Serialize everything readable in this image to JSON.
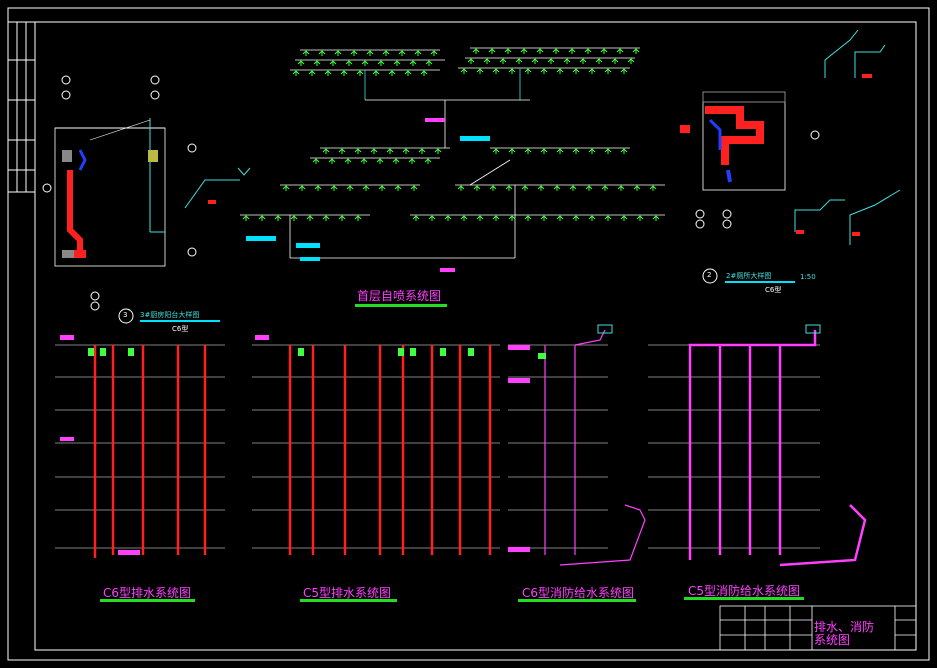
{
  "titles": {
    "sprinkler": "首层自喷系统图",
    "c6_drain": "C6型排水系统图",
    "c5_drain": "C5型排水系统图",
    "c6_fire": "C6型消防给水系统图",
    "c5_fire": "C5型消防给水系统图"
  },
  "details": {
    "detail3_num": "3",
    "detail3_name": "3#厨房阳台大样图",
    "detail3_type": "C6型",
    "detail2_num": "2",
    "detail2_name": "2#厕所大样图",
    "detail2_scale": "1:50",
    "detail2_type": "C6型"
  },
  "title_block": {
    "drawing_name_line1": "排水、消防",
    "drawing_name_line2": "系统图"
  },
  "colors": {
    "background": "#000000",
    "frame": "#ffffff",
    "drain_pipe": "#ff2020",
    "fire_pipe": "#ff40ff",
    "sprinkler": "#40ff40",
    "tag_cyan": "#00e0ff",
    "tag_blue": "#2040ff",
    "title_underline": "#22dd22"
  }
}
